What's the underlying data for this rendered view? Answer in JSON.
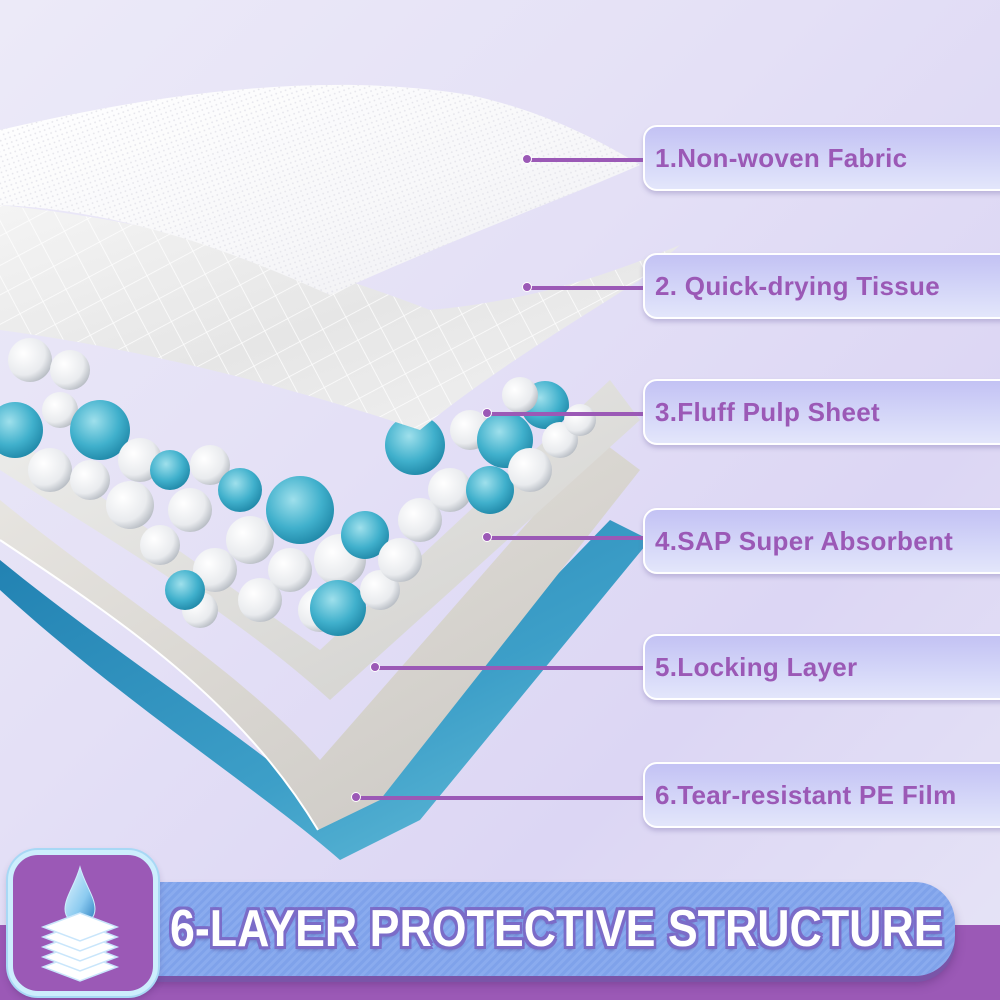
{
  "image": {
    "subject": "6-layer underpad cross-section infographic",
    "colors": {
      "background": "#e4e0f6",
      "accent_purple": "#9b59b6",
      "callout_fill": "#cfd0f7",
      "banner_blue": "#7fa2ea",
      "pe_film_blue": "#3a9cc6",
      "sap_bead_blue": "#4db8cf"
    }
  },
  "layers": [
    {
      "label": "1.Non-woven Fabric",
      "icon": "leader-line"
    },
    {
      "label": "2. Quick-drying Tissue",
      "icon": "leader-line"
    },
    {
      "label": "3.Fluff Pulp Sheet",
      "icon": "leader-line"
    },
    {
      "label": "4.SAP Super Absorbent",
      "icon": "leader-line"
    },
    {
      "label": "5.Locking Layer",
      "icon": "leader-line"
    },
    {
      "label": "6.Tear-resistant PE Film",
      "icon": "leader-line"
    }
  ],
  "banner": {
    "title": "6-LAYER PROTECTIVE STRUCTURE",
    "icon": "water-drop-layers-icon"
  }
}
